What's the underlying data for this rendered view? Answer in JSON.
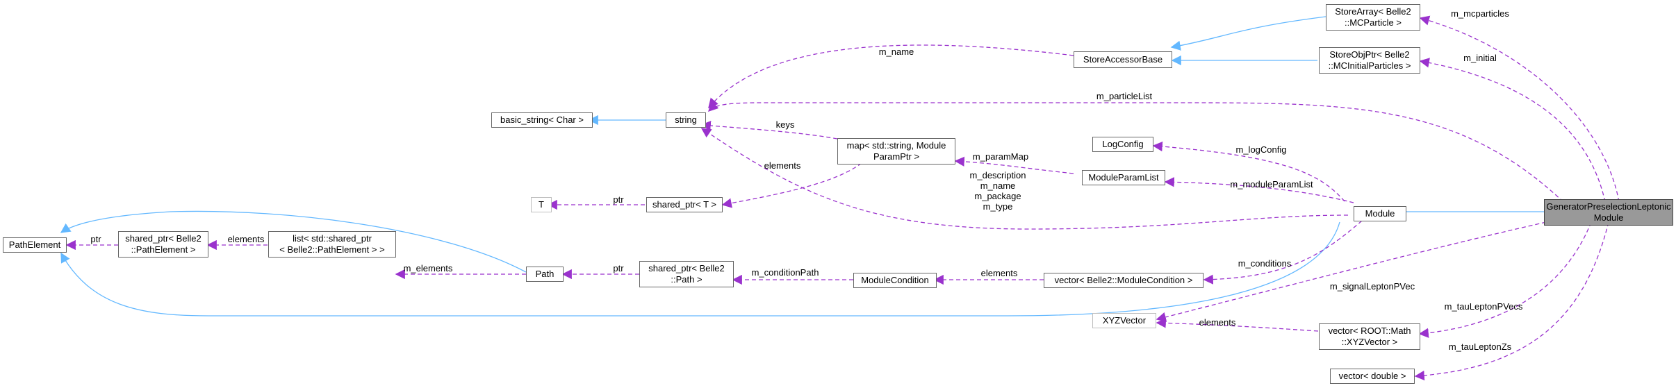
{
  "colors": {
    "inheritance": "#63b8ff",
    "usage": "#9a32cd",
    "target_fill": "#999999",
    "node_border": "#666666",
    "external_border": "#bfbfbf"
  },
  "nodes": {
    "generator": "GeneratorPreselectionLeptonic\nModule",
    "module": "Module",
    "storearray": "StoreArray< Belle2\n::MCParticle >",
    "storeobjptr": "StoreObjPtr< Belle2\n::MCInitialParticles >",
    "storeaccessor": "StoreAccessorBase",
    "string": "string",
    "basic_string": "basic_string< Char >",
    "logconfig": "LogConfig",
    "map": "map< std::string, Module\nParamPtr >",
    "moduleparamlist": "ModuleParamList",
    "shared_ptr_t": "shared_ptr< T >",
    "t": "T",
    "pathelement": "PathElement",
    "shared_ptr_pathelement": "shared_ptr< Belle2\n::PathElement >",
    "list_pathelement": "list< std::shared_ptr\n< Belle2::PathElement > >",
    "path": "Path",
    "shared_ptr_path": "shared_ptr< Belle2\n::Path >",
    "modulecondition": "ModuleCondition",
    "vector_modulecondition": "vector< Belle2::ModuleCondition >",
    "xyzvector": "XYZVector",
    "vector_xyz": "vector< ROOT::Math\n::XYZVector >",
    "vector_double": "vector< double >"
  },
  "edge_labels": {
    "m_mcparticles": "m_mcparticles",
    "m_initial": "m_initial",
    "m_name": "m_name",
    "m_particlelist": "m_particleList",
    "keys": "keys",
    "m_logconfig": "m_logConfig",
    "m_parammap": "m_paramMap",
    "m_moduleparamlist": "m_moduleParamList",
    "elements_map": "elements",
    "m_string_multi": "m_description\nm_name\nm_package\nm_type",
    "ptr_t": "ptr",
    "ptr_pathelement": "ptr",
    "elements_list": "elements",
    "m_elements": "m_elements",
    "ptr_path": "ptr",
    "m_conditionpath": "m_conditionPath",
    "elements_condition": "elements",
    "m_conditions": "m_conditions",
    "m_signalleptonpvec": "m_signalLeptonPVec",
    "elements_xyz": "elements",
    "m_tauleptonpvecs": "m_tauLeptonPVecs",
    "m_tauleptonzs": "m_tauLeptonZs"
  }
}
